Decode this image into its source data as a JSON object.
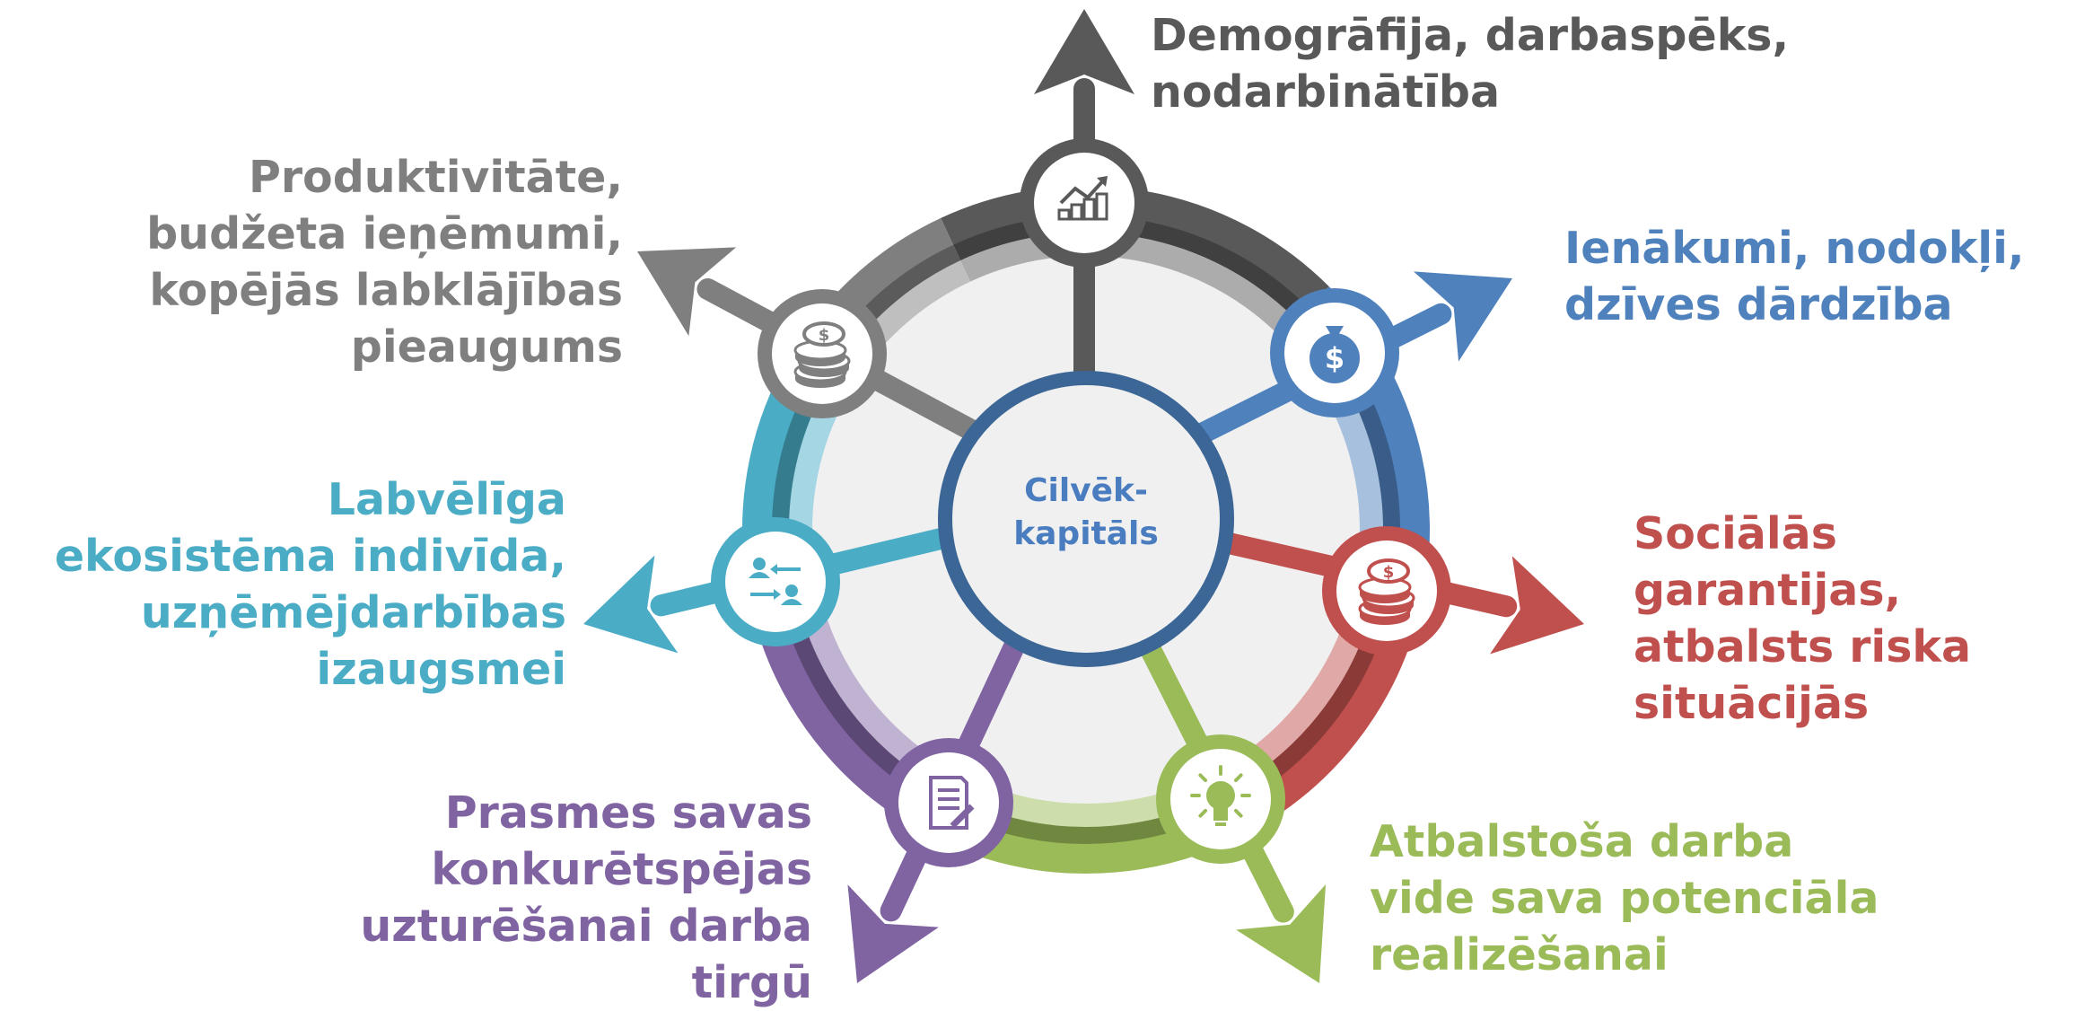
{
  "center": {
    "line1": "Cilvēk-",
    "line2": "kapitāls"
  },
  "segments": [
    {
      "id": "demografija",
      "color": "#595959",
      "icon": "growth-chart-icon",
      "lines": [
        "Demogrāfija, darbaspēks,",
        "nodarbinātība"
      ]
    },
    {
      "id": "ienakumi",
      "color": "#4f81bd",
      "icon": "money-bag-dollar-icon",
      "lines": [
        "Ienākumi, nodokļi,",
        "dzīves dārdzība"
      ]
    },
    {
      "id": "socialas",
      "color": "#c0504d",
      "icon": "coin-stack-icon",
      "lines": [
        "Sociālās",
        "garantijas,",
        "atbalsts riska",
        "situācijās"
      ]
    },
    {
      "id": "atbalstosa",
      "color": "#9bbb59",
      "icon": "lightbulb-icon",
      "lines": [
        "Atbalstoša darba",
        "vide sava potenciāla",
        "realizēšanai"
      ]
    },
    {
      "id": "prasmes",
      "color": "#8064a2",
      "icon": "document-pen-icon",
      "lines": [
        "Prasmes savas",
        "konkurētspējas",
        "uzturēšanai darba",
        "tirgū"
      ]
    },
    {
      "id": "labveliga",
      "color": "#4bacc6",
      "icon": "people-exchange-icon",
      "lines": [
        "Labvēlīga",
        "ekosistēma indivīda,",
        "uzņēmējdarbības",
        "izaugsmei"
      ]
    },
    {
      "id": "produktivitate",
      "color": "#7f7f7f",
      "icon": "coin-stack-icon",
      "lines": [
        "Produktivitāte,",
        "budžeta ieņēmumi,",
        "kopējās labklājības",
        "pieaugums"
      ]
    }
  ]
}
